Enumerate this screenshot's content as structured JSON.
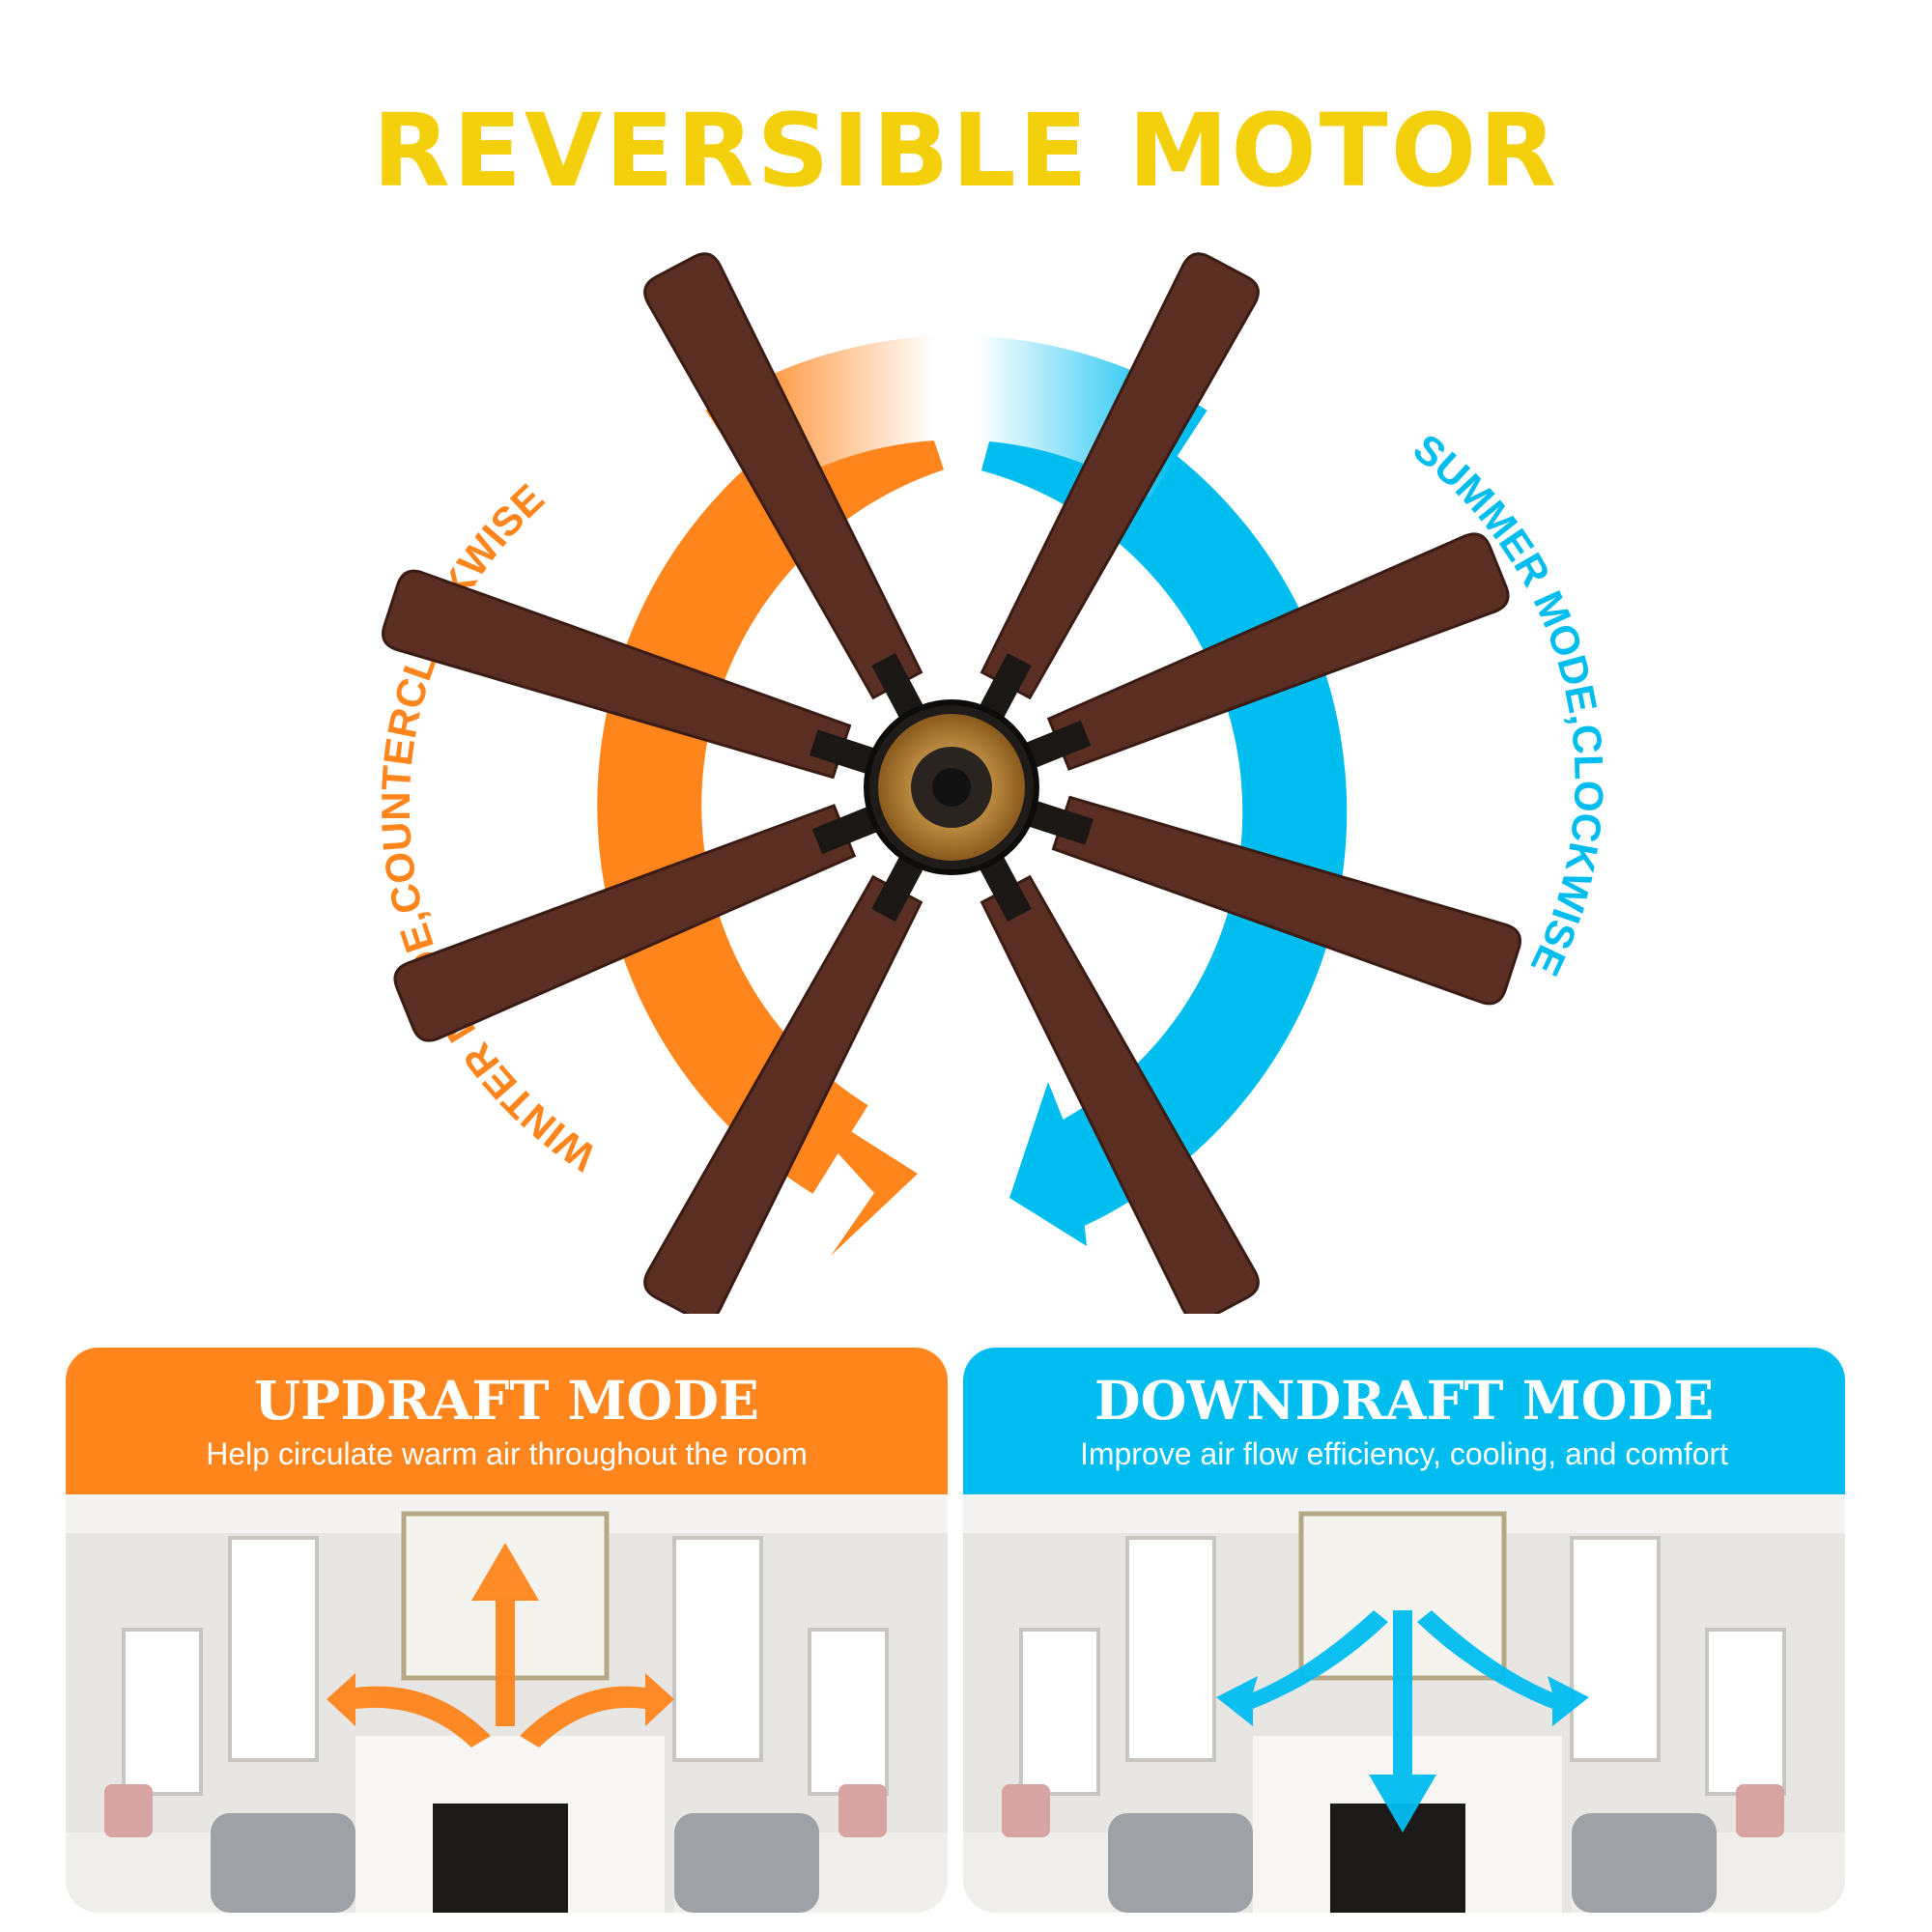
{
  "title": "REVERSIBLE MOTOR",
  "colors": {
    "title": "#f4cf0b",
    "winter": "#ff851c",
    "summer": "#00bdf0",
    "blade": "#5a2e22"
  },
  "rotation": {
    "winter_label": "WINTER MODE,COUNTERCLOCKWISE",
    "summer_label": "SUMMER MODE,CLOCKWISE"
  },
  "panels": [
    {
      "title": "UPDRAFT MODE",
      "subtitle": "Help circulate warm air throughout the room",
      "accent": "#ff851c",
      "airflow": "up"
    },
    {
      "title": "DOWNDRAFT MODE",
      "subtitle": "Improve air flow efficiency, cooling, and comfort",
      "accent": "#00bdf0",
      "airflow": "down"
    }
  ]
}
